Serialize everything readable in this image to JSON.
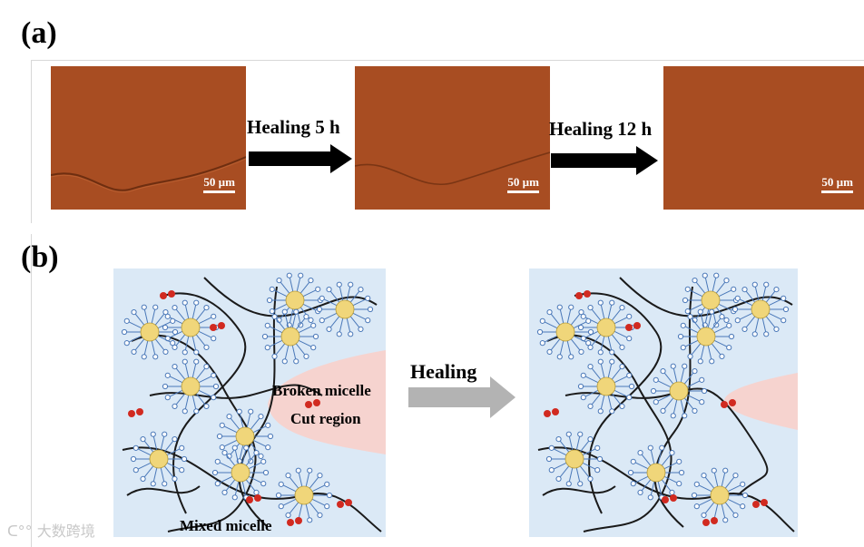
{
  "panels": {
    "a": {
      "label": "(a)",
      "scale_text": "50 µm",
      "steps": [
        "Healing 5 h",
        "Healing 12 h"
      ]
    },
    "b": {
      "label": "(b)",
      "step": "Healing",
      "annotations": {
        "broken": "Broken micelle",
        "cut": "Cut region",
        "mixed": "Mixed  micelle"
      }
    }
  },
  "watermark": "大数跨境",
  "colors": {
    "micrograph": "#a84d22",
    "schematic_bg": "#dbe9f6",
    "cut_region": "#f6d3cf",
    "micelle_core": "#f0d67a",
    "surfactant_head": "#4a78b8",
    "red_units": "#d12a20",
    "arrow_gray": "#b3b3b3"
  }
}
